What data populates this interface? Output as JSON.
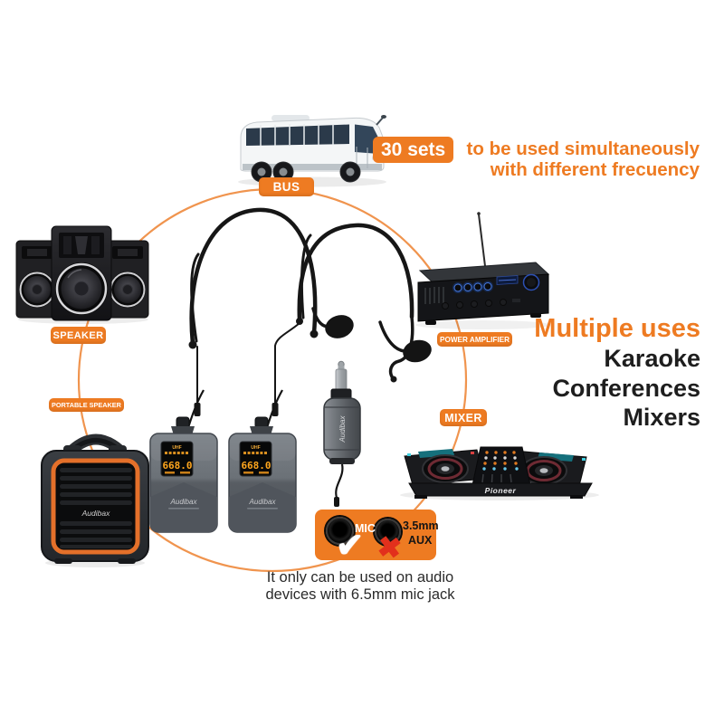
{
  "headline": {
    "badge": "30 sets",
    "line1": "to be used simultaneously",
    "line2": "with different frecuency"
  },
  "tags": {
    "bus": "BUS",
    "speaker": "SPEAKER",
    "portable_speaker": "PORTABLE SPEAKER",
    "power_amplifier": "POWER AMPLIFIER",
    "mixer": "MIXER"
  },
  "uses": {
    "title": "Multiple uses",
    "items": [
      "Karaoke",
      "Conferences",
      "Mixers"
    ]
  },
  "jack_panel": {
    "mic": "MIC",
    "aux_line1": "3.5mm",
    "aux_line2": "AUX",
    "check_mark": "✔",
    "cross_mark": "✖"
  },
  "note": {
    "line1": "It only can be used on audio",
    "line2": "devices with 6.5mm mic jack"
  },
  "brands": {
    "bodypack": "Audibax",
    "receiver": "Audibax",
    "portable": "Audibax",
    "mixer": "Pioneer"
  },
  "displays": {
    "band": "UHF",
    "frequency": "668.0"
  },
  "colors": {
    "accent": "#ee7b22",
    "ring": "#f0944e",
    "lcd": "#ffa61e",
    "cross_red": "#e2301c",
    "text_dark": "#1e1e1e"
  }
}
